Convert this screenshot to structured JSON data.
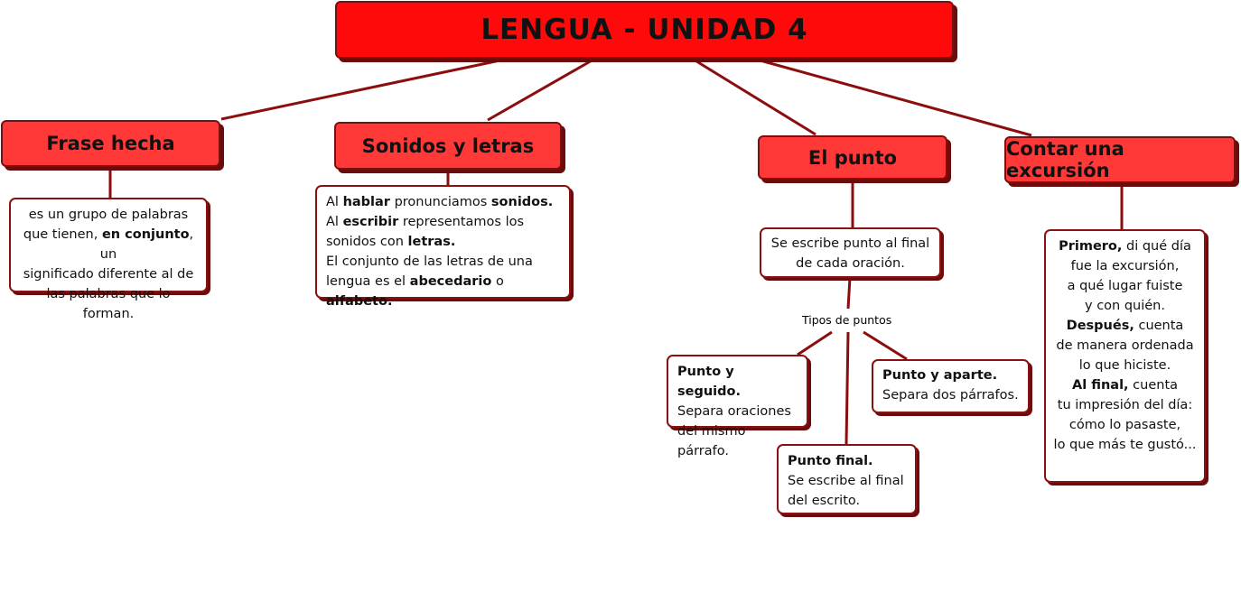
{
  "title": "LENGUA - UNIDAD 4",
  "colors": {
    "title_fill": "#ff0a0a",
    "topic_fill": "#ff3838",
    "line": "#8b0d0d"
  },
  "topics": {
    "frase": {
      "label": "Frase hecha",
      "desc": [
        "es un grupo de palabras",
        "que tienen, ",
        "en conjunto",
        ", un",
        "significado diferente al de",
        "las palabras que lo forman."
      ]
    },
    "sonidos": {
      "label": "Sonidos y letras",
      "desc": [
        "Al ",
        "hablar",
        " pronunciamos ",
        "sonidos.",
        "Al ",
        "escribir",
        " representamos los",
        "sonidos con ",
        "letras.",
        "El conjunto de las letras de una",
        "lengua es el ",
        "abecedario",
        " o ",
        "alfabeto."
      ]
    },
    "punto": {
      "label": "El punto",
      "desc": [
        "Se escribe punto al final",
        "de cada oración."
      ],
      "link_label": "Tipos de puntos",
      "types": [
        {
          "name": "Punto y seguido.",
          "text": [
            "Separa oraciones",
            "del mismo párrafo."
          ]
        },
        {
          "name": "Punto y aparte.",
          "text": [
            "Separa dos párrafos."
          ]
        },
        {
          "name": "Punto final.",
          "text": [
            "Se escribe al final",
            "del escrito."
          ]
        }
      ]
    },
    "excursion": {
      "label": "Contar una excursión",
      "desc": [
        "Primero,",
        " di qué día",
        "fue la excursión,",
        "a qué lugar fuiste",
        "y con quién.",
        "Después,",
        " cuenta",
        "de manera ordenada",
        "lo que hiciste.",
        "Al final,",
        " cuenta",
        "tu impresión del día:",
        "cómo lo pasaste,",
        "lo que más te gustó..."
      ]
    }
  }
}
